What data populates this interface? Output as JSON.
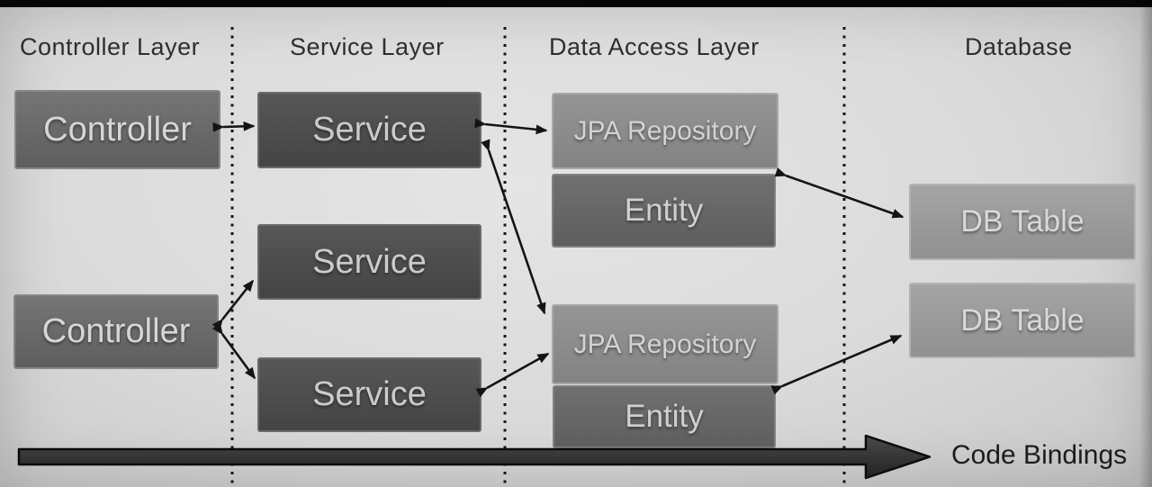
{
  "diagram": {
    "layers": [
      {
        "id": "controller-layer",
        "label": "Controller Layer"
      },
      {
        "id": "service-layer",
        "label": "Service Layer"
      },
      {
        "id": "data-access-layer",
        "label": "Data Access Layer"
      },
      {
        "id": "database",
        "label": "Database"
      }
    ],
    "boxes": [
      {
        "id": "controller-1",
        "label": "Controller",
        "layer": "Controller Layer"
      },
      {
        "id": "service-1",
        "label": "Service",
        "layer": "Service Layer"
      },
      {
        "id": "jpa-repository-1",
        "label": "JPA Repository",
        "layer": "Data Access Layer"
      },
      {
        "id": "entity-1",
        "label": "Entity",
        "layer": "Data Access Layer"
      },
      {
        "id": "db-table-1",
        "label": "DB Table",
        "layer": "Database"
      },
      {
        "id": "service-2",
        "label": "Service",
        "layer": "Service Layer"
      },
      {
        "id": "controller-2",
        "label": "Controller",
        "layer": "Controller Layer"
      },
      {
        "id": "jpa-repository-2",
        "label": "JPA Repository",
        "layer": "Data Access Layer"
      },
      {
        "id": "service-3",
        "label": "Service",
        "layer": "Service Layer"
      },
      {
        "id": "entity-2",
        "label": "Entity",
        "layer": "Data Access Layer"
      },
      {
        "id": "db-table-2",
        "label": "DB Table",
        "layer": "Database"
      }
    ],
    "connections": [
      {
        "from": "controller-1",
        "to": "service-1",
        "bidirectional": true
      },
      {
        "from": "service-1",
        "to": "jpa-repository-1",
        "bidirectional": true
      },
      {
        "from": "service-1",
        "to": "jpa-repository-2",
        "bidirectional": true
      },
      {
        "from": "entity-1",
        "to": "db-table-1",
        "bidirectional": true
      },
      {
        "from": "controller-2",
        "to": "service-2",
        "bidirectional": true
      },
      {
        "from": "controller-2",
        "to": "service-3",
        "bidirectional": true
      },
      {
        "from": "service-3",
        "to": "jpa-repository-2",
        "bidirectional": true
      },
      {
        "from": "entity-2",
        "to": "db-table-2",
        "bidirectional": true
      }
    ],
    "flow_arrow_label": "Code Bindings",
    "colors": {
      "background": "#d9d9d9",
      "top_bar": "#060606",
      "controller_fill": "#696969",
      "service_fill": "#4c4c4c",
      "jpa_repository_fill": "#8c8c8c",
      "entity_fill": "#676767",
      "db_table_fill": "#9b9b9b",
      "arrow": "#141414",
      "header_text": "#2e2e2e",
      "box_text": "#d2d2d2"
    }
  }
}
